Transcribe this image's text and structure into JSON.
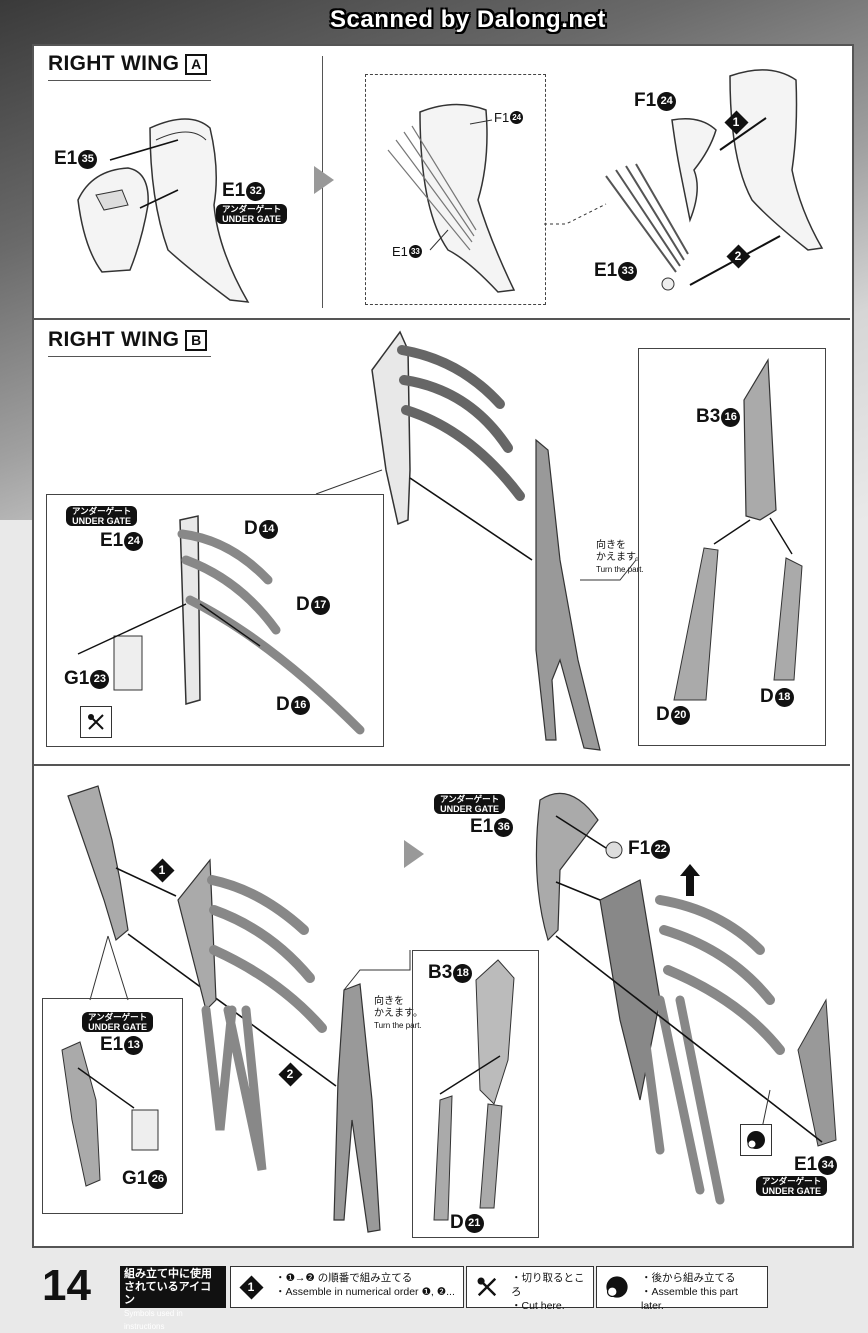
{
  "scan_credit": "Scanned by Dalong.net",
  "section_a": {
    "title": "RIGHT WING",
    "badge": "A",
    "labels": {
      "e1_35": {
        "code": "E1",
        "num": "35"
      },
      "e1_32": {
        "code": "E1",
        "num": "32"
      },
      "f1_24_inset": {
        "code": "F1",
        "num": "24"
      },
      "e1_33_inset": {
        "code": "E1",
        "num": "33"
      },
      "f1_24": {
        "code": "F1",
        "num": "24"
      },
      "e1_33": {
        "code": "E1",
        "num": "33"
      }
    },
    "under_gate": {
      "jp": "アンダーゲート",
      "en": "UNDER GATE"
    },
    "steps": [
      "1",
      "2"
    ]
  },
  "section_b": {
    "title": "RIGHT WING",
    "badge": "B",
    "labels": {
      "e1_24": {
        "code": "E1",
        "num": "24"
      },
      "d_14": {
        "code": "D",
        "num": "14"
      },
      "d_17": {
        "code": "D",
        "num": "17"
      },
      "g1_23": {
        "code": "G1",
        "num": "23"
      },
      "d_16": {
        "code": "D",
        "num": "16"
      },
      "b3_16": {
        "code": "B3",
        "num": "16"
      },
      "d_20": {
        "code": "D",
        "num": "20"
      },
      "d_18": {
        "code": "D",
        "num": "18"
      }
    },
    "under_gate": {
      "jp": "アンダーゲート",
      "en": "UNDER GATE"
    },
    "turn_note": {
      "jp1": "向きを",
      "jp2": "かえます。",
      "en": "Turn the part."
    }
  },
  "section_c": {
    "labels": {
      "e1_13": {
        "code": "E1",
        "num": "13"
      },
      "g1_26": {
        "code": "G1",
        "num": "26"
      },
      "b3_18": {
        "code": "B3",
        "num": "18"
      },
      "d_21": {
        "code": "D",
        "num": "21"
      },
      "e1_36": {
        "code": "E1",
        "num": "36"
      },
      "f1_22": {
        "code": "F1",
        "num": "22"
      },
      "e1_34": {
        "code": "E1",
        "num": "34"
      }
    },
    "under_gate": {
      "jp": "アンダーゲート",
      "en": "UNDER GATE"
    },
    "turn_note": {
      "jp1": "向きを",
      "jp2": "かえます。",
      "en": "Turn the part."
    },
    "steps": [
      "1",
      "2"
    ]
  },
  "footer": {
    "page_number": "14",
    "legend_title": {
      "jp1": "組み立て中に使用",
      "jp2": "されているアイコン",
      "en": "Symbols used in instructions"
    },
    "legend": [
      {
        "icon": "step-number-icon",
        "jp": "・❶→❷ の順番で組み立てる",
        "en": "・Assemble in numerical order ❶, ❷..."
      },
      {
        "icon": "nipper-cut-icon",
        "jp": "・切り取るところ",
        "en": "・Cut here."
      },
      {
        "icon": "assemble-later-icon",
        "jp": "・後から組み立てる",
        "en": "・Assemble this part later."
      }
    ]
  }
}
